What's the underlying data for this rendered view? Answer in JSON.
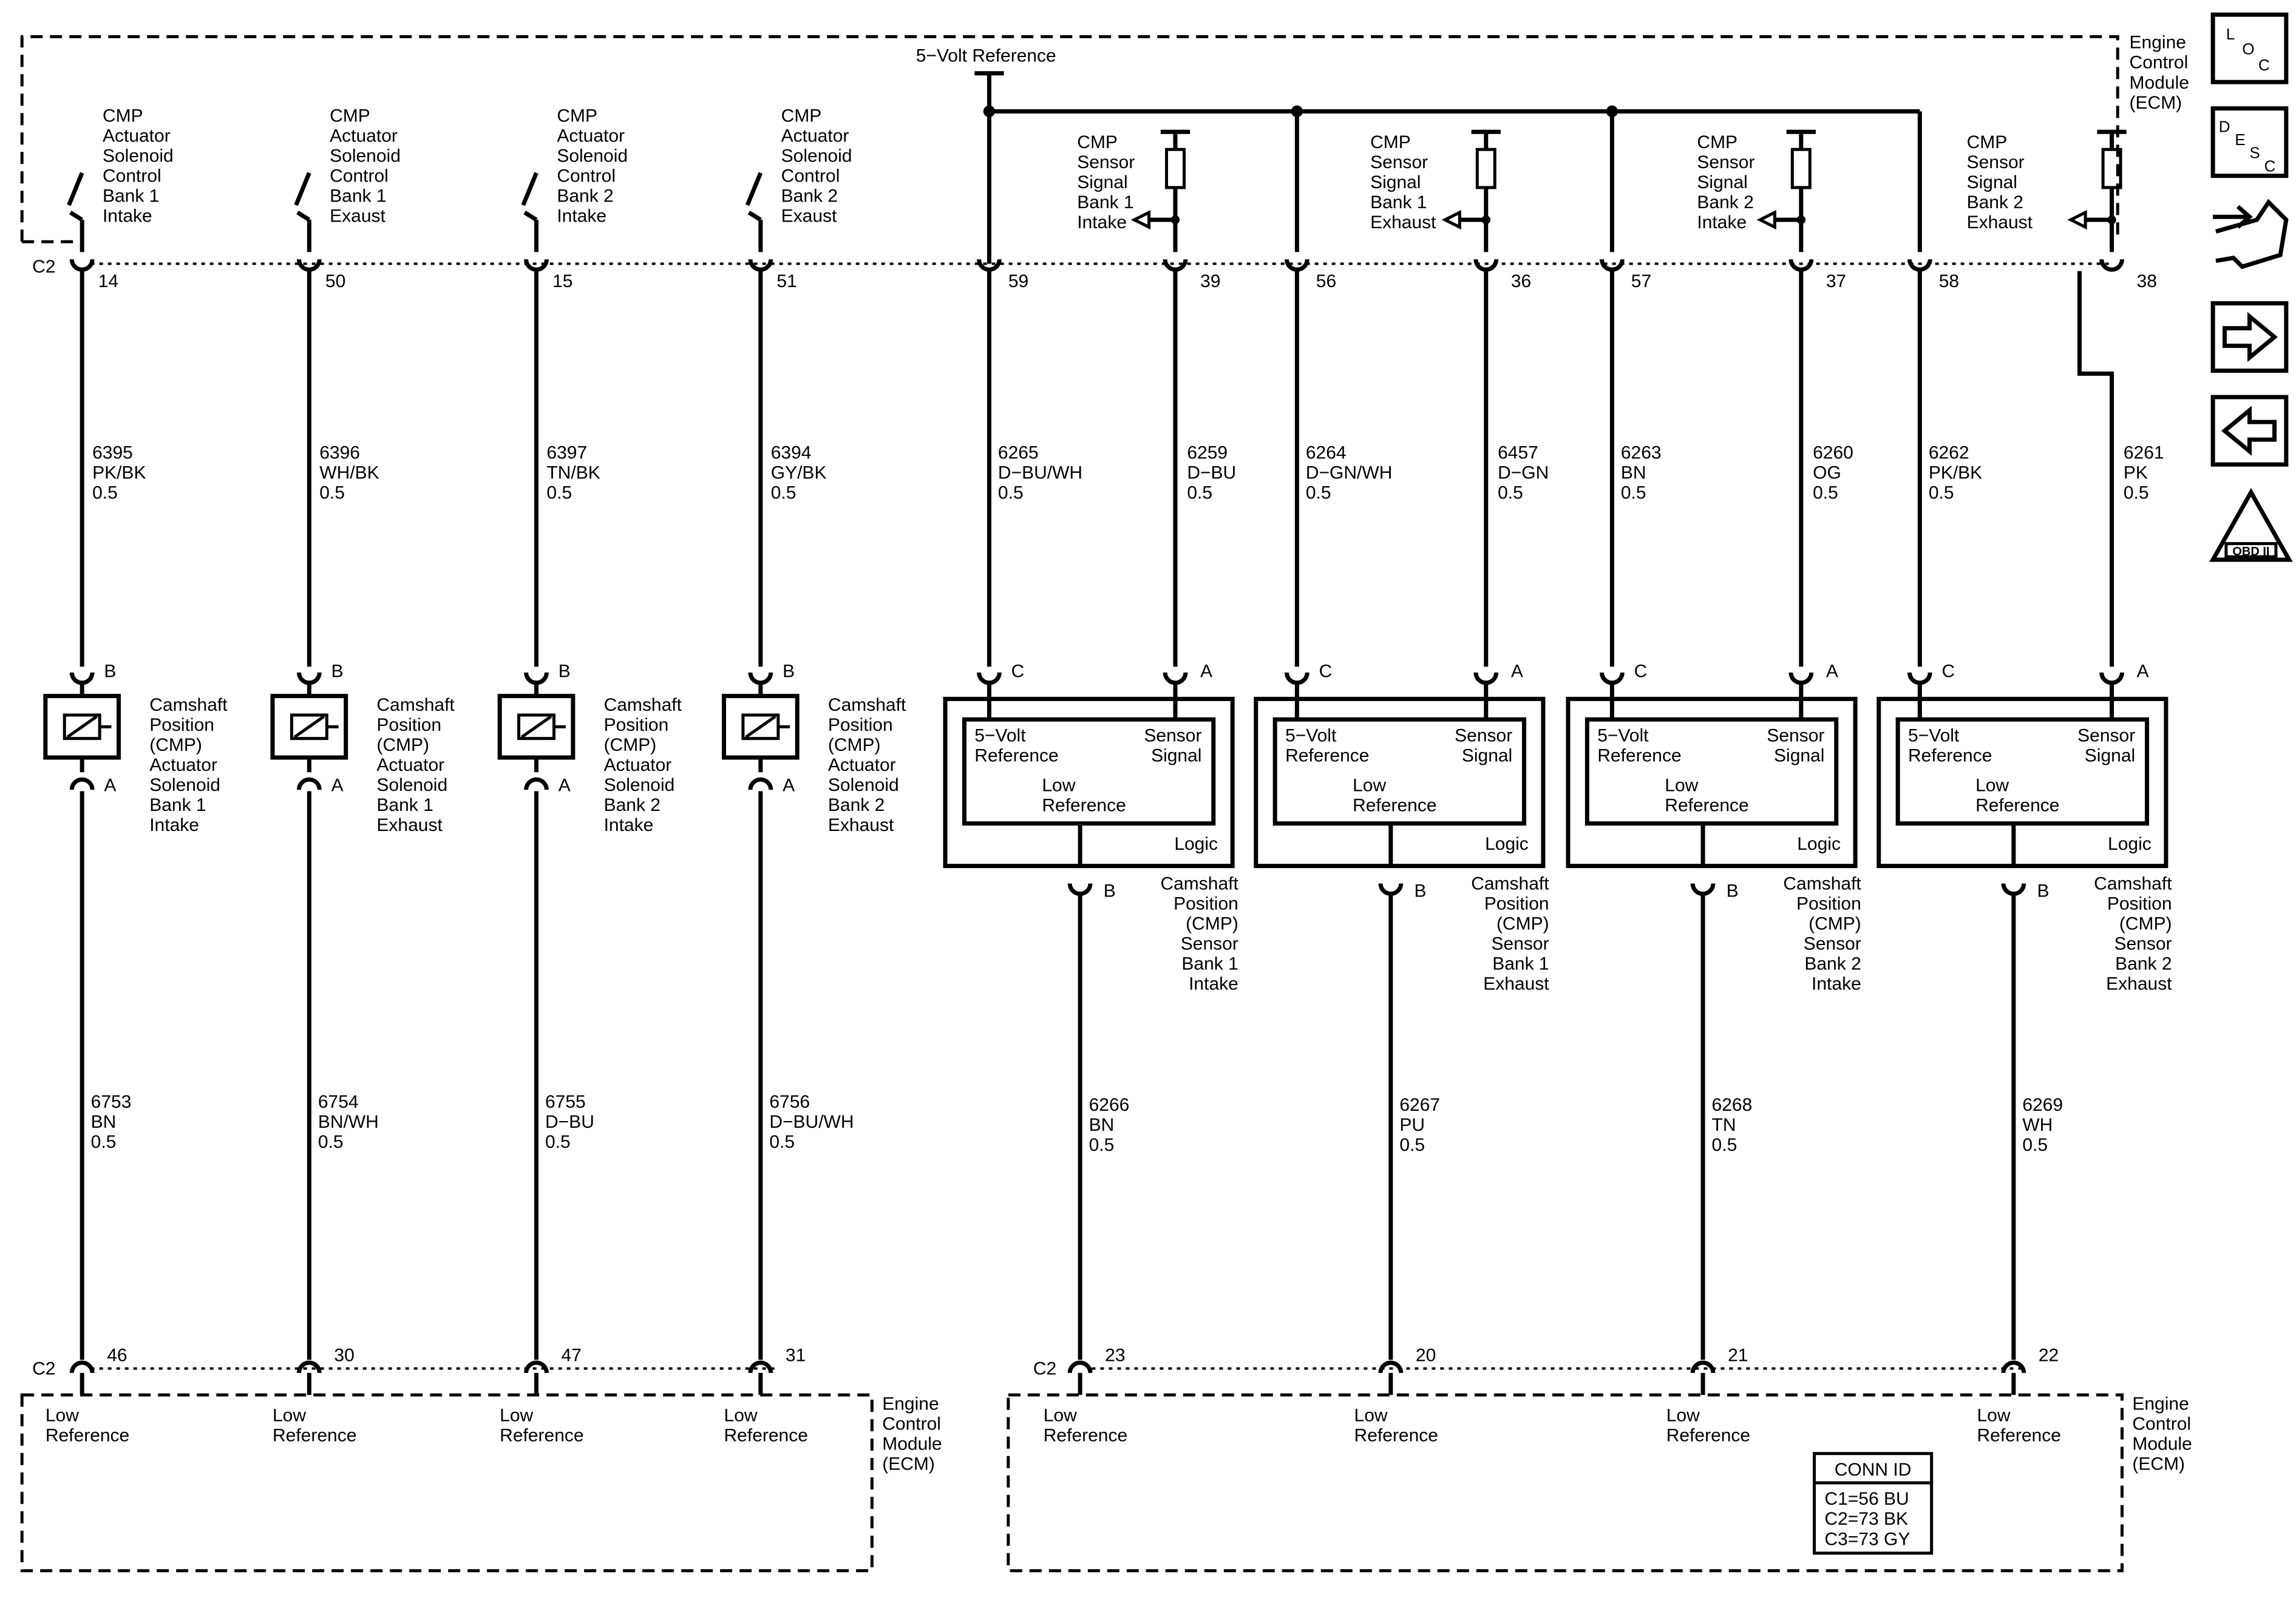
{
  "ecm": {
    "top_label": [
      "Engine",
      "Control",
      "Module",
      "(ECM)"
    ],
    "bottom_left_label": [
      "Engine",
      "Control",
      "Module",
      "(ECM)"
    ],
    "bottom_right_label": [
      "Engine",
      "Control",
      "Module",
      "(ECM)"
    ],
    "reference_label": "5−Volt Reference",
    "connector_top": "C2",
    "connector_bottom_left": "C2",
    "connector_bottom_right": "C2"
  },
  "icons": {
    "loc": [
      "L",
      "O",
      "C"
    ],
    "desc": [
      "D",
      "E",
      "S",
      "C"
    ],
    "obd_numeral": "II",
    "obd_text": "OBD II"
  },
  "actuators": [
    {
      "ecm_label": [
        "CMP",
        "Actuator",
        "Solenoid",
        "Control",
        "Bank 1",
        "Intake"
      ],
      "pin_top": "14",
      "wire_top": [
        "6395",
        "PK/BK",
        "0.5"
      ],
      "pin_b": "B",
      "pin_a": "A",
      "device_label": [
        "Camshaft",
        "Position",
        "(CMP)",
        "Actuator",
        "Solenoid",
        "Bank 1",
        "Intake"
      ],
      "wire_bottom": [
        "6753",
        "BN",
        "0.5"
      ],
      "pin_bottom": "46",
      "bottom_label": [
        "Low",
        "Reference"
      ]
    },
    {
      "ecm_label": [
        "CMP",
        "Actuator",
        "Solenoid",
        "Control",
        "Bank 1",
        "Exaust"
      ],
      "pin_top": "50",
      "wire_top": [
        "6396",
        "WH/BK",
        "0.5"
      ],
      "pin_b": "B",
      "pin_a": "A",
      "device_label": [
        "Camshaft",
        "Position",
        "(CMP)",
        "Actuator",
        "Solenoid",
        "Bank 1",
        "Exhaust"
      ],
      "wire_bottom": [
        "6754",
        "BN/WH",
        "0.5"
      ],
      "pin_bottom": "30",
      "bottom_label": [
        "Low",
        "Reference"
      ]
    },
    {
      "ecm_label": [
        "CMP",
        "Actuator",
        "Solenoid",
        "Control",
        "Bank 2",
        "Intake"
      ],
      "pin_top": "15",
      "wire_top": [
        "6397",
        "TN/BK",
        "0.5"
      ],
      "pin_b": "B",
      "pin_a": "A",
      "device_label": [
        "Camshaft",
        "Position",
        "(CMP)",
        "Actuator",
        "Solenoid",
        "Bank 2",
        "Intake"
      ],
      "wire_bottom": [
        "6755",
        "D−BU",
        "0.5"
      ],
      "pin_bottom": "47",
      "bottom_label": [
        "Low",
        "Reference"
      ]
    },
    {
      "ecm_label": [
        "CMP",
        "Actuator",
        "Solenoid",
        "Control",
        "Bank 2",
        "Exaust"
      ],
      "pin_top": "51",
      "wire_top": [
        "6394",
        "GY/BK",
        "0.5"
      ],
      "pin_b": "B",
      "pin_a": "A",
      "device_label": [
        "Camshaft",
        "Position",
        "(CMP)",
        "Actuator",
        "Solenoid",
        "Bank 2",
        "Exhaust"
      ],
      "wire_bottom": [
        "6756",
        "D−BU/WH",
        "0.5"
      ],
      "pin_bottom": "31",
      "bottom_label": [
        "Low",
        "Reference"
      ]
    }
  ],
  "sensors": [
    {
      "ecm_label": [
        "CMP",
        "Sensor",
        "Signal",
        "Bank 1",
        "Intake"
      ],
      "pin_ref": "59",
      "pin_sig": "39",
      "wire_ref": [
        "6265",
        "D−BU/WH",
        "0.5"
      ],
      "wire_sig": [
        "6259",
        "D−BU",
        "0.5"
      ],
      "pin_c": "C",
      "pin_a": "A",
      "pin_b": "B",
      "inner_left": [
        "5−Volt",
        "Reference"
      ],
      "inner_right": [
        "Sensor",
        "Signal"
      ],
      "inner_low": [
        "Low",
        "Reference"
      ],
      "logic": "Logic",
      "device_label": [
        "Camshaft",
        "Position",
        "(CMP)",
        "Sensor",
        "Bank 1",
        "Intake"
      ],
      "wire_bottom": [
        "6266",
        "BN",
        "0.5"
      ],
      "pin_bottom": "23",
      "bottom_label": [
        "Low",
        "Reference"
      ]
    },
    {
      "ecm_label": [
        "CMP",
        "Sensor",
        "Signal",
        "Bank 1",
        "Exhaust"
      ],
      "pin_ref": "56",
      "pin_sig": "36",
      "wire_ref": [
        "6264",
        "D−GN/WH",
        "0.5"
      ],
      "wire_sig": [
        "6457",
        "D−GN",
        "0.5"
      ],
      "pin_c": "C",
      "pin_a": "A",
      "pin_b": "B",
      "inner_left": [
        "5−Volt",
        "Reference"
      ],
      "inner_right": [
        "Sensor",
        "Signal"
      ],
      "inner_low": [
        "Low",
        "Reference"
      ],
      "logic": "Logic",
      "device_label": [
        "Camshaft",
        "Position",
        "(CMP)",
        "Sensor",
        "Bank 1",
        "Exhaust"
      ],
      "wire_bottom": [
        "6267",
        "PU",
        "0.5"
      ],
      "pin_bottom": "20",
      "bottom_label": [
        "Low",
        "Reference"
      ]
    },
    {
      "ecm_label": [
        "CMP",
        "Sensor",
        "Signal",
        "Bank 2",
        "Intake"
      ],
      "pin_ref": "57",
      "pin_sig": "37",
      "wire_ref": [
        "6263",
        "BN",
        "0.5"
      ],
      "wire_sig": [
        "6260",
        "OG",
        "0.5"
      ],
      "pin_c": "C",
      "pin_a": "A",
      "pin_b": "B",
      "inner_left": [
        "5−Volt",
        "Reference"
      ],
      "inner_right": [
        "Sensor",
        "Signal"
      ],
      "inner_low": [
        "Low",
        "Reference"
      ],
      "logic": "Logic",
      "device_label": [
        "Camshaft",
        "Position",
        "(CMP)",
        "Sensor",
        "Bank 2",
        "Intake"
      ],
      "wire_bottom": [
        "6268",
        "TN",
        "0.5"
      ],
      "pin_bottom": "21",
      "bottom_label": [
        "Low",
        "Reference"
      ]
    },
    {
      "ecm_label": [
        "CMP",
        "Sensor",
        "Signal",
        "Bank 2",
        "Exhaust"
      ],
      "pin_ref": "58",
      "pin_sig": "38",
      "wire_ref": [
        "6262",
        "PK/BK",
        "0.5"
      ],
      "wire_sig": [
        "6261",
        "PK",
        "0.5"
      ],
      "pin_c": "C",
      "pin_a": "A",
      "pin_b": "B",
      "inner_left": [
        "5−Volt",
        "Reference"
      ],
      "inner_right": [
        "Sensor",
        "Signal"
      ],
      "inner_low": [
        "Low",
        "Reference"
      ],
      "logic": "Logic",
      "device_label": [
        "Camshaft",
        "Position",
        "(CMP)",
        "Sensor",
        "Bank 2",
        "Exhaust"
      ],
      "wire_bottom": [
        "6269",
        "WH",
        "0.5"
      ],
      "pin_bottom": "22",
      "bottom_label": [
        "Low",
        "Reference"
      ]
    }
  ],
  "conn_id": {
    "title": "CONN ID",
    "rows": [
      "C1=56 BU",
      "C2=73 BK",
      "C3=73 GY"
    ]
  }
}
